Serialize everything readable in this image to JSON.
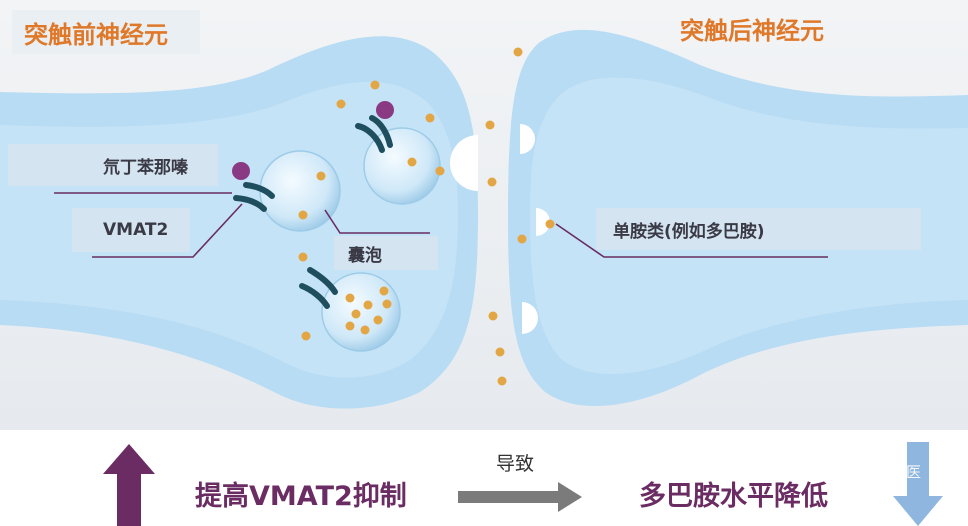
{
  "titles": {
    "presynaptic": "突触前神经元",
    "postsynaptic": "突触后神经元"
  },
  "labels": {
    "drug": "氘丁苯那嗪",
    "transporter": "VMAT2",
    "vesicle": "囊泡",
    "monoamine": "单胺类(例如多巴胺)"
  },
  "bottom": {
    "effect_left": "提高VMAT2抑制",
    "cause_word": "导致",
    "effect_right": "多巴胺水平降低",
    "watermark": "医"
  },
  "colors": {
    "neuron_fill": "#b8dcf4",
    "cleft": "#eef1f4",
    "vesicle": "#cfe8f8",
    "dopamine_dot": "#e2a645",
    "drug_molecule": "#8a3a82",
    "transporter": "#1f4e5f",
    "leader_line": "#6a2c62",
    "arrow_up": "#6a2c62",
    "arrow_mid": "#7b7b7b",
    "arrow_down": "#8fb6de",
    "title_text": "#e0782a",
    "label_text": "#3a3a46"
  }
}
